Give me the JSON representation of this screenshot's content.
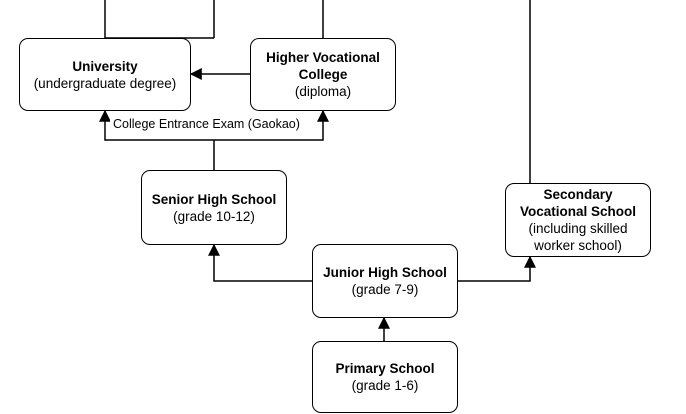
{
  "nodes": {
    "university": {
      "title": "University",
      "subtitle": "(undergraduate degree)"
    },
    "higher_vocational": {
      "title_line1": "Higher Vocational",
      "title_line2": "College",
      "subtitle": "(diploma)"
    },
    "senior_high": {
      "title": "Senior High School",
      "subtitle": "(grade 10-12)"
    },
    "secondary_vocational": {
      "title_line1": "Secondary",
      "title_line2": "Vocational School",
      "subtitle_line1": "(including skilled",
      "subtitle_line2": "worker school)"
    },
    "junior_high": {
      "title": "Junior High School",
      "subtitle": "(grade 7-9)"
    },
    "primary": {
      "title": "Primary School",
      "subtitle": "(grade 1-6)"
    }
  },
  "edge_labels": {
    "gaokao": "College Entrance Exam (Gaokao)"
  }
}
